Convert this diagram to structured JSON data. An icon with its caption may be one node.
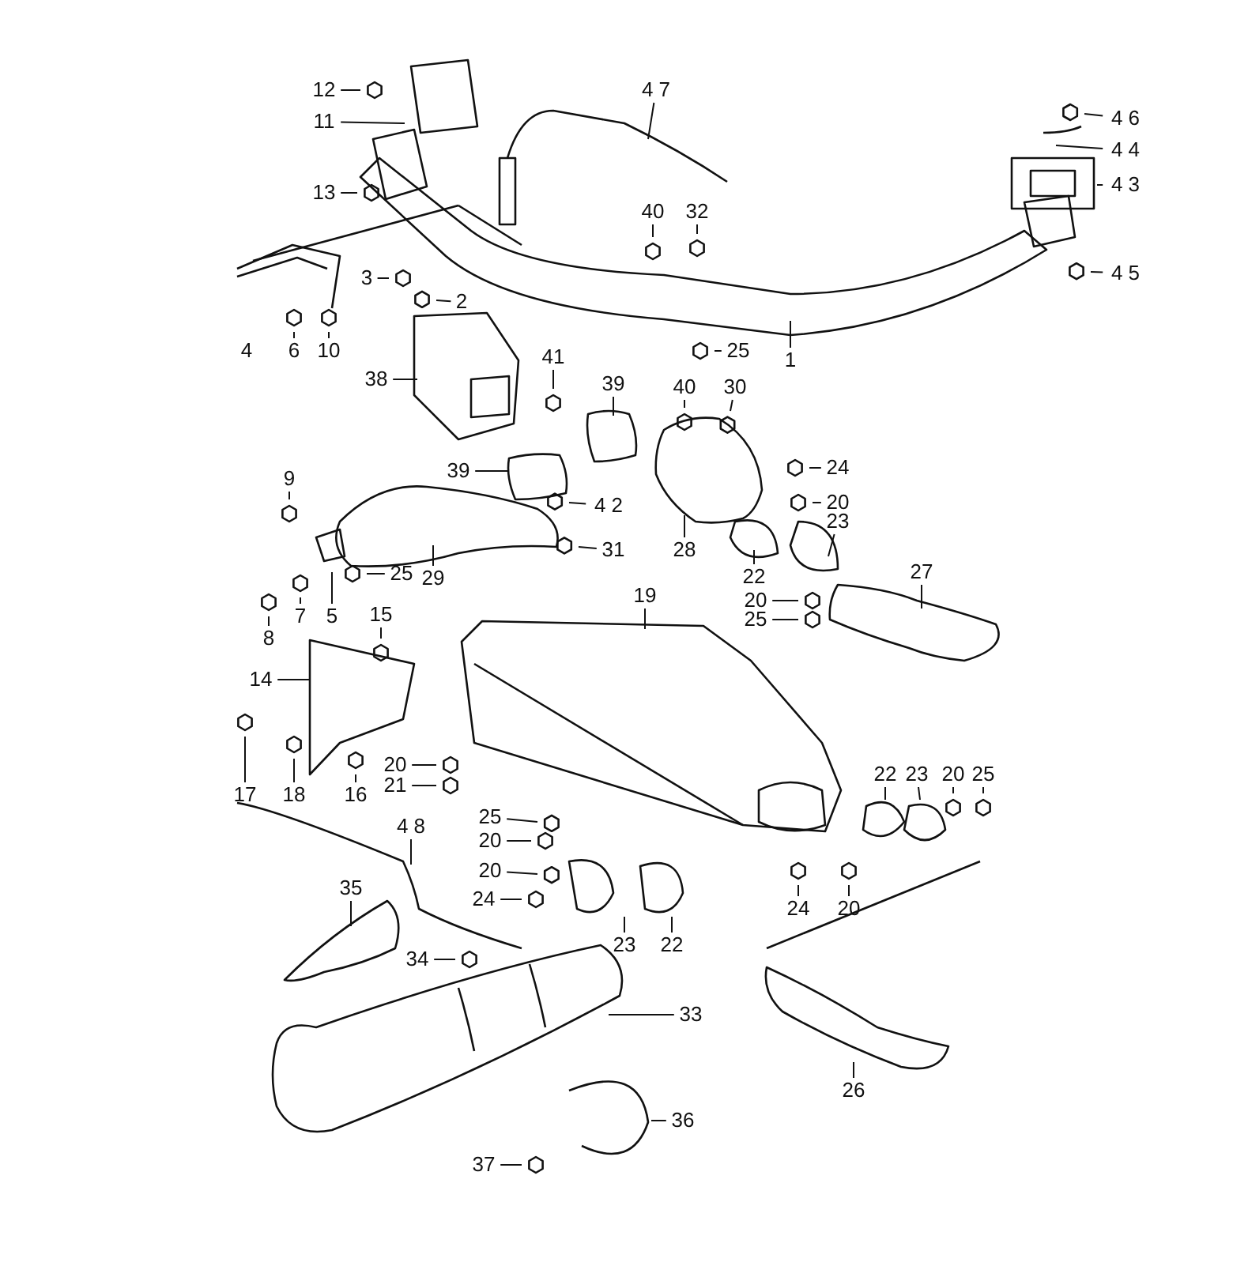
{
  "diagram": {
    "nodes": [
      {
        "text": [
          "12"
        ]
      },
      {
        "text": [
          "11"
        ]
      },
      {
        "text": [
          "4 7"
        ]
      },
      {
        "text": [
          "4 6"
        ]
      },
      {
        "text": [
          "4 4"
        ]
      },
      {
        "text": [
          "13"
        ]
      },
      {
        "text": [
          "4 3"
        ]
      },
      {
        "text": [
          "40"
        ]
      },
      {
        "text": [
          "32"
        ]
      },
      {
        "text": [
          "3"
        ]
      },
      {
        "text": [
          "2"
        ]
      },
      {
        "text": [
          "4 5"
        ]
      },
      {
        "text": [
          "4"
        ]
      },
      {
        "text": [
          "6"
        ]
      },
      {
        "text": [
          "10"
        ]
      },
      {
        "text": [
          "41"
        ]
      },
      {
        "text": [
          "25"
        ]
      },
      {
        "text": [
          "1"
        ]
      },
      {
        "text": [
          "38"
        ]
      },
      {
        "text": [
          "39"
        ]
      },
      {
        "text": [
          "40"
        ]
      },
      {
        "text": [
          "30"
        ]
      },
      {
        "text": [
          "24"
        ]
      },
      {
        "text": [
          "39"
        ]
      },
      {
        "text": [
          "9"
        ]
      },
      {
        "text": [
          "20"
        ]
      },
      {
        "text": [
          "4 2"
        ]
      },
      {
        "text": [
          "23"
        ]
      },
      {
        "text": [
          "31"
        ]
      },
      {
        "text": [
          "28"
        ]
      },
      {
        "text": [
          "25"
        ]
      },
      {
        "text": [
          "22"
        ]
      },
      {
        "text": [
          "29"
        ]
      },
      {
        "text": [
          "27"
        ]
      },
      {
        "text": [
          "19"
        ]
      },
      {
        "text": [
          "20"
        ]
      },
      {
        "text": [
          "7"
        ]
      },
      {
        "text": [
          "5"
        ]
      },
      {
        "text": [
          "15"
        ]
      },
      {
        "text": [
          "25"
        ]
      },
      {
        "text": [
          "8"
        ]
      },
      {
        "text": [
          "14"
        ]
      },
      {
        "text": [
          "20"
        ]
      },
      {
        "text": [
          "22"
        ]
      },
      {
        "text": [
          "23"
        ]
      },
      {
        "text": [
          "20"
        ]
      },
      {
        "text": [
          "25"
        ]
      },
      {
        "text": [
          "21"
        ]
      },
      {
        "text": [
          "17"
        ]
      },
      {
        "text": [
          "18"
        ]
      },
      {
        "text": [
          "16"
        ]
      },
      {
        "text": [
          "25"
        ]
      },
      {
        "text": [
          "4 8"
        ]
      },
      {
        "text": [
          "20"
        ]
      },
      {
        "text": [
          "20"
        ]
      },
      {
        "text": [
          "35"
        ]
      },
      {
        "text": [
          "24"
        ]
      },
      {
        "text": [
          "24"
        ]
      },
      {
        "text": [
          "20"
        ]
      },
      {
        "text": [
          "23"
        ]
      },
      {
        "text": [
          "22"
        ]
      },
      {
        "text": [
          "34"
        ]
      },
      {
        "text": [
          "33"
        ]
      },
      {
        "text": [
          "26"
        ]
      },
      {
        "text": [
          "36"
        ]
      },
      {
        "text": [
          "37"
        ]
      }
    ],
    "edges": [
      {
        "from": 0,
        "to": null,
        "arrow": "none"
      },
      {
        "from": 1,
        "to": null,
        "arrow": "none"
      },
      {
        "from": 2,
        "to": null,
        "arrow": "none"
      },
      {
        "from": 3,
        "to": null,
        "arrow": "none"
      },
      {
        "from": 4,
        "to": null,
        "arrow": "none"
      },
      {
        "from": 5,
        "to": null,
        "arrow": "none"
      },
      {
        "from": 6,
        "to": null,
        "arrow": "none"
      },
      {
        "from": 7,
        "to": null,
        "arrow": "none"
      },
      {
        "from": 8,
        "to": null,
        "arrow": "none"
      },
      {
        "from": 9,
        "to": null,
        "arrow": "none"
      },
      {
        "from": 10,
        "to": null,
        "arrow": "none"
      },
      {
        "from": 11,
        "to": null,
        "arrow": "none"
      },
      {
        "from": 13,
        "to": null,
        "arrow": "none"
      },
      {
        "from": 14,
        "to": null,
        "arrow": "none"
      },
      {
        "from": 15,
        "to": null,
        "arrow": "none"
      },
      {
        "from": 16,
        "to": null,
        "arrow": "none"
      },
      {
        "from": 17,
        "to": null,
        "arrow": "none"
      },
      {
        "from": 18,
        "to": null,
        "arrow": "none"
      },
      {
        "from": 19,
        "to": null,
        "arrow": "none"
      },
      {
        "from": 20,
        "to": null,
        "arrow": "none"
      },
      {
        "from": 21,
        "to": null,
        "arrow": "none"
      },
      {
        "from": 22,
        "to": null,
        "arrow": "none"
      },
      {
        "from": 23,
        "to": null,
        "arrow": "none"
      },
      {
        "from": 24,
        "to": null,
        "arrow": "none"
      },
      {
        "from": 25,
        "to": null,
        "arrow": "none"
      },
      {
        "from": 26,
        "to": null,
        "arrow": "none"
      },
      {
        "from": 27,
        "to": null,
        "arrow": "none"
      },
      {
        "from": 28,
        "to": null,
        "arrow": "none"
      },
      {
        "from": 29,
        "to": null,
        "arrow": "none"
      },
      {
        "from": 30,
        "to": null,
        "arrow": "none"
      },
      {
        "from": 31,
        "to": null,
        "arrow": "none"
      },
      {
        "from": 32,
        "to": null,
        "arrow": "none"
      },
      {
        "from": 33,
        "to": null,
        "arrow": "none"
      },
      {
        "from": 34,
        "to": null,
        "arrow": "none"
      },
      {
        "from": 35,
        "to": null,
        "arrow": "none"
      },
      {
        "from": 36,
        "to": null,
        "arrow": "none"
      },
      {
        "from": 37,
        "to": null,
        "arrow": "none"
      },
      {
        "from": 38,
        "to": null,
        "arrow": "none"
      },
      {
        "from": 39,
        "to": null,
        "arrow": "none"
      },
      {
        "from": 40,
        "to": null,
        "arrow": "none"
      },
      {
        "from": 41,
        "to": null,
        "arrow": "none"
      },
      {
        "from": 42,
        "to": null,
        "arrow": "none"
      },
      {
        "from": 43,
        "to": null,
        "arrow": "none"
      },
      {
        "from": 44,
        "to": null,
        "arrow": "none"
      },
      {
        "from": 45,
        "to": null,
        "arrow": "none"
      },
      {
        "from": 46,
        "to": null,
        "arrow": "none"
      },
      {
        "from": 47,
        "to": null,
        "arrow": "none"
      },
      {
        "from": 48,
        "to": null,
        "arrow": "none"
      },
      {
        "from": 49,
        "to": null,
        "arrow": "none"
      },
      {
        "from": 50,
        "to": null,
        "arrow": "none"
      },
      {
        "from": 51,
        "to": null,
        "arrow": "none"
      },
      {
        "from": 52,
        "to": null,
        "arrow": "none"
      },
      {
        "from": 53,
        "to": null,
        "arrow": "none"
      },
      {
        "from": 54,
        "to": null,
        "arrow": "none"
      },
      {
        "from": 55,
        "to": null,
        "arrow": "none"
      },
      {
        "from": 56,
        "to": null,
        "arrow": "none"
      },
      {
        "from": 57,
        "to": null,
        "arrow": "none"
      },
      {
        "from": 58,
        "to": null,
        "arrow": "none"
      },
      {
        "from": 59,
        "to": null,
        "arrow": "none"
      },
      {
        "from": 60,
        "to": null,
        "arrow": "none"
      },
      {
        "from": 61,
        "to": null,
        "arrow": "none"
      },
      {
        "from": 62,
        "to": null,
        "arrow": "none"
      },
      {
        "from": 63,
        "to": null,
        "arrow": "none"
      },
      {
        "from": 64,
        "to": null,
        "arrow": "none"
      },
      {
        "from": 65,
        "to": null,
        "arrow": "none"
      }
    ]
  }
}
